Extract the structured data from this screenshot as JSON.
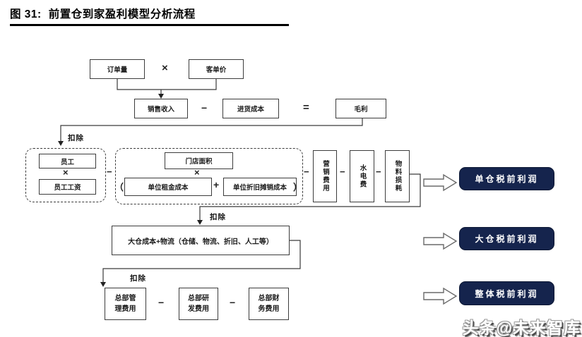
{
  "figure": {
    "label": "图 31:",
    "title": "前置仓到家盈利模型分析流程"
  },
  "nodes": {
    "order_volume": "订单量",
    "avg_order_value": "客单价",
    "sales_revenue": "销售收入",
    "purchase_cost": "进货成本",
    "gross_profit": "毛利",
    "staff": "员工",
    "staff_wage": "员工工资",
    "store_area": "门店面积",
    "unit_rent_cost": "单位租金成本",
    "unit_depreciation_cost": "单位折旧摊销成本",
    "marketing_expense": "营销费用",
    "utilities_expense": "水电费",
    "material_loss": "物料损耗",
    "dc_cost": "大仓成本+物流（仓储、物流、折旧、人工等）",
    "hq_admin_expense": "总部管理费用",
    "hq_rd_expense": "总部研发费用",
    "hq_finance_expense": "总部财务费用"
  },
  "results": {
    "single_warehouse_pretax_profit": "单仓税前利润",
    "dc_pretax_profit": "大仓税前利润",
    "overall_pretax_profit": "整体税前利润"
  },
  "labels": {
    "deduct_1": "扣除",
    "deduct_2": "扣除",
    "deduct_3": "扣除"
  },
  "operators": {
    "multiply": "×",
    "minus": "−",
    "equals": "=",
    "plus": "+",
    "paren_open": "（",
    "paren_close": "）"
  },
  "colors": {
    "result_bg": "#15244d",
    "line": "#3a3a3a"
  },
  "watermark": "头条@未来智库"
}
